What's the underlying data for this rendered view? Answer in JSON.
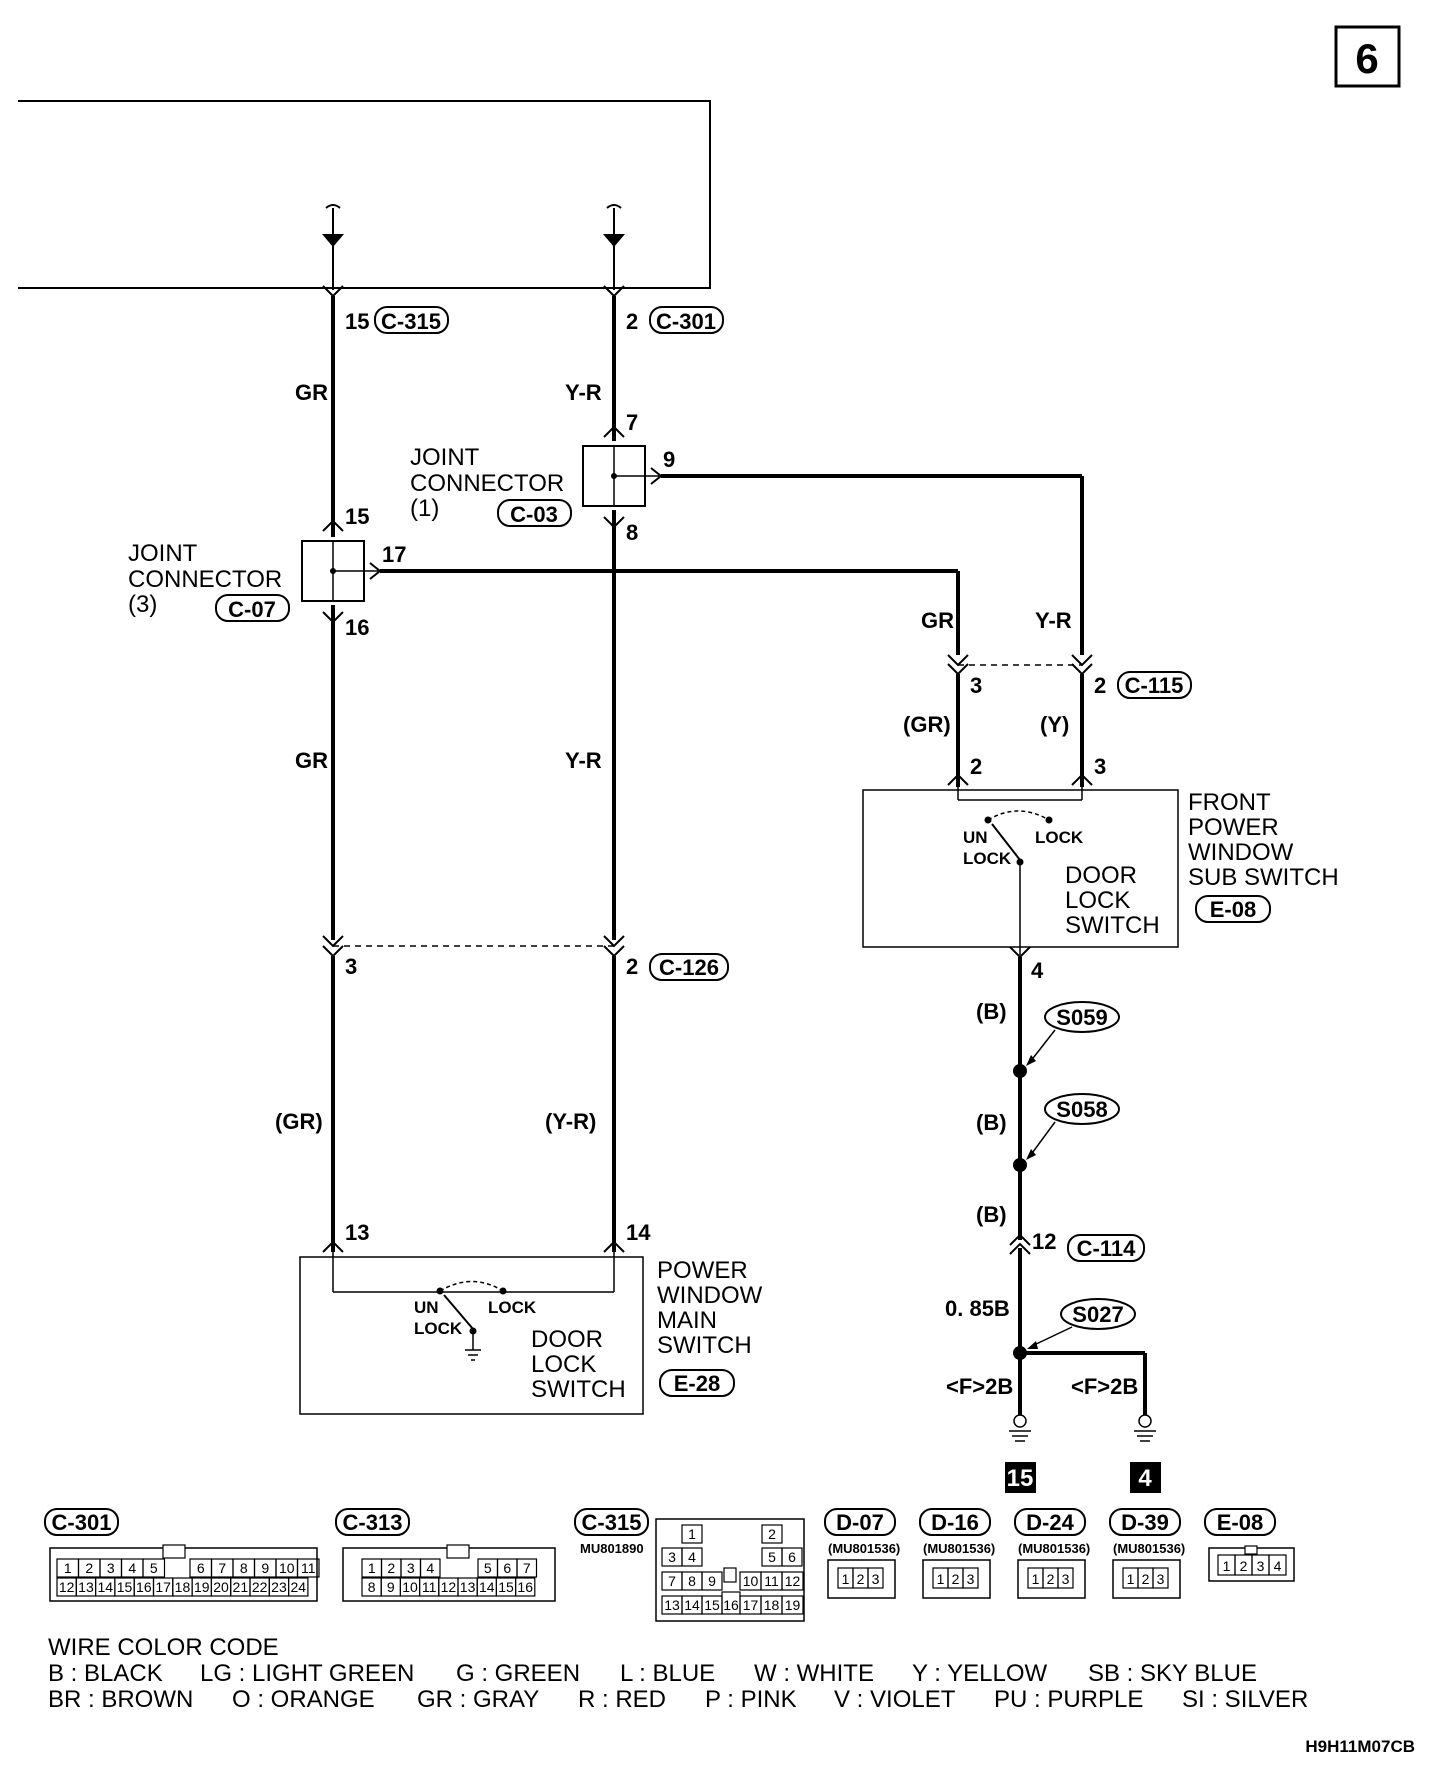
{
  "page_number": "6",
  "figure_code": "H9H11M07CB",
  "wires": {
    "gr_top": "GR",
    "yr_top": "Y-R",
    "gr_mid": "GR",
    "yr_mid": "Y-R",
    "gr_low": "(GR)",
    "yr_low": "(Y-R)",
    "gr_right": "GR",
    "yr_right": "Y-R",
    "gr_right_low": "(GR)",
    "y_right_low": "(Y)",
    "b1": "(B)",
    "b2": "(B)",
    "b3": "(B)",
    "size_085b": "0. 85B",
    "f2b_left": "<F>2B",
    "f2b_right": "<F>2B"
  },
  "pins": {
    "p15_c315": "15",
    "p2_c301": "2",
    "p7": "7",
    "p9": "9",
    "p8": "8",
    "p15_jc3": "15",
    "p17": "17",
    "p16": "16",
    "p3_c115": "3",
    "p2_c115": "2",
    "p2_e08": "2",
    "p3_e08": "3",
    "p4_e08": "4",
    "p3_c126": "3",
    "p2_c126": "2",
    "p13": "13",
    "p14": "14",
    "p12_c114": "12"
  },
  "connectors": {
    "c315": "C-315",
    "c301": "C-301",
    "c03": "C-03",
    "c07": "C-07",
    "c115": "C-115",
    "c126": "C-126",
    "c114": "C-114",
    "e08": "E-08",
    "e28": "E-28"
  },
  "splices": {
    "s059": "S059",
    "s058": "S058",
    "s027": "S027"
  },
  "components": {
    "jc1": [
      "JOINT",
      "CONNECTOR",
      "(1)"
    ],
    "jc3": [
      "JOINT",
      "CONNECTOR",
      "(3)"
    ],
    "front_sub": [
      "FRONT",
      "POWER",
      "WINDOW",
      "SUB SWITCH"
    ],
    "main_sw": [
      "POWER",
      "WINDOW",
      "MAIN",
      "SWITCH"
    ],
    "door_lock_sub": [
      "DOOR",
      "LOCK",
      "SWITCH"
    ],
    "door_lock_main": [
      "DOOR",
      "LOCK",
      "SWITCH"
    ],
    "un": "UN",
    "lock": "LOCK",
    "lock2": "LOCK"
  },
  "grounds": {
    "g15": "15",
    "g4": "4"
  },
  "connector_legend": [
    {
      "name": "C-301",
      "part": ""
    },
    {
      "name": "C-313",
      "part": ""
    },
    {
      "name": "C-315",
      "part": "MU801890"
    },
    {
      "name": "D-07",
      "part": "(MU801536)"
    },
    {
      "name": "D-16",
      "part": "(MU801536)"
    },
    {
      "name": "D-24",
      "part": "(MU801536)"
    },
    {
      "name": "D-39",
      "part": "(MU801536)"
    },
    {
      "name": "E-08",
      "part": ""
    }
  ],
  "connector_pins": {
    "c301_top": [
      "1",
      "2",
      "3",
      "4",
      "5",
      "6",
      "7",
      "8",
      "9",
      "10",
      "11"
    ],
    "c301_bot": [
      "12",
      "13",
      "14",
      "15",
      "16",
      "17",
      "18",
      "19",
      "20",
      "21",
      "22",
      "23",
      "24"
    ],
    "c313_top": [
      "1",
      "2",
      "3",
      "4",
      "5",
      "6",
      "7"
    ],
    "c313_bot": [
      "8",
      "9",
      "10",
      "11",
      "12",
      "13",
      "14",
      "15",
      "16"
    ],
    "c315": [
      "1",
      "2",
      "3",
      "4",
      "5",
      "6",
      "7",
      "8",
      "9",
      "10",
      "11",
      "12",
      "13",
      "14",
      "15",
      "16",
      "17",
      "18",
      "19"
    ],
    "d3": [
      "1",
      "2",
      "3"
    ],
    "e08": [
      "1",
      "2",
      "3",
      "4"
    ]
  },
  "color_code": {
    "title": "WIRE COLOR CODE",
    "row1": [
      "B : BLACK",
      "LG : LIGHT GREEN",
      "G : GREEN",
      "L : BLUE",
      "W : WHITE",
      "Y : YELLOW",
      "SB : SKY BLUE"
    ],
    "row2": [
      "BR : BROWN",
      "O : ORANGE",
      "GR : GRAY",
      "R : RED",
      "P : PINK",
      "V : VIOLET",
      "PU : PURPLE",
      "SI : SILVER"
    ]
  }
}
